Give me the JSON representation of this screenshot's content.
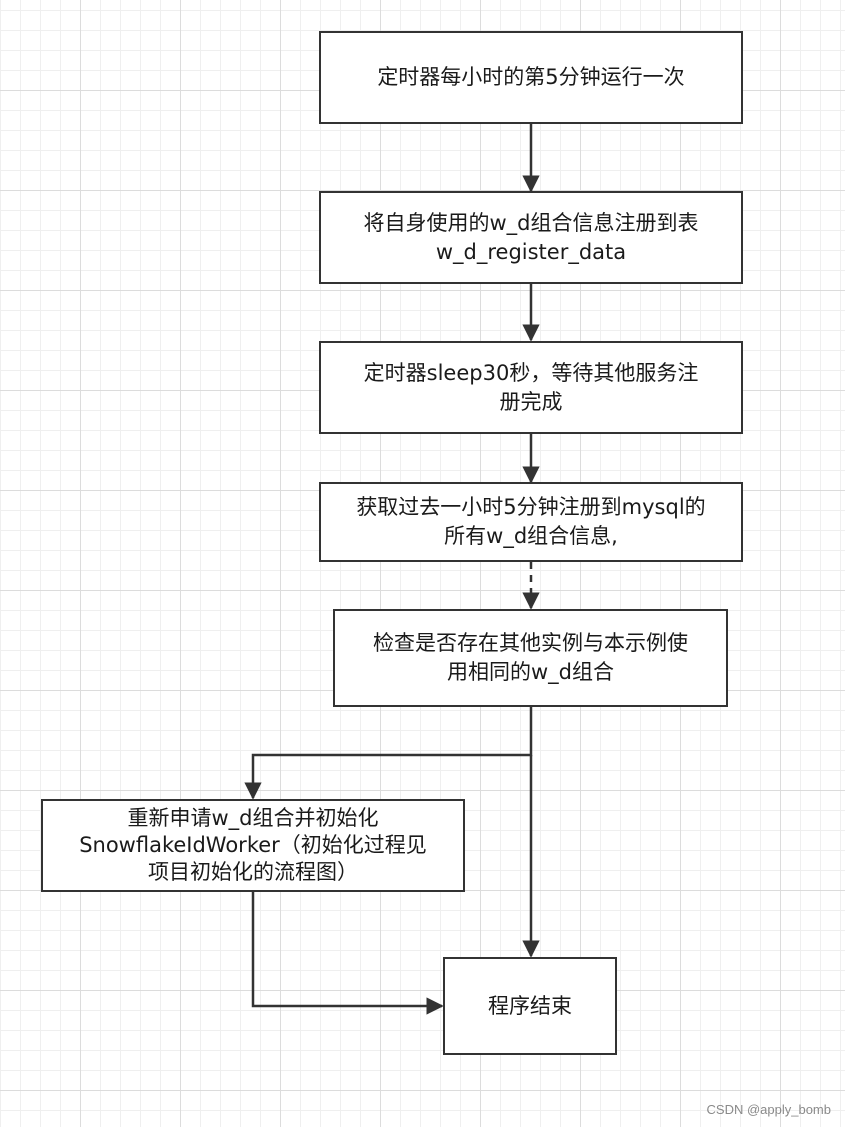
{
  "diagram": {
    "nodes": [
      {
        "id": "timer",
        "label": "定时器每小时的第5分钟运行一次"
      },
      {
        "id": "register",
        "label": "将自身使用的w_d组合信息注册到表\nw_d_register_data"
      },
      {
        "id": "sleep",
        "label": "定时器sleep30秒，等待其他服务注\n册完成"
      },
      {
        "id": "fetch",
        "label": "获取过去一小时5分钟注册到mysql的\n所有w_d组合信息,"
      },
      {
        "id": "check",
        "label": "检查是否存在其他实例与本示例使\n用相同的w_d组合"
      },
      {
        "id": "reapply",
        "label": "重新申请w_d组合并初始化\nSnowflakeIdWorker（初始化过程见\n项目初始化的流程图）"
      },
      {
        "id": "end",
        "label": "程序结束"
      }
    ],
    "edges": [
      {
        "from": "timer",
        "to": "register"
      },
      {
        "from": "register",
        "to": "sleep"
      },
      {
        "from": "sleep",
        "to": "fetch"
      },
      {
        "from": "fetch",
        "to": "check"
      },
      {
        "from": "check",
        "to": "reapply"
      },
      {
        "from": "check",
        "to": "end"
      },
      {
        "from": "reapply",
        "to": "end"
      }
    ],
    "colors": {
      "stroke": "#333333",
      "node_fill": "#ffffff",
      "grid_major": "#dcdcdc",
      "grid_minor": "#efefef"
    }
  },
  "watermark": "CSDN @apply_bomb"
}
